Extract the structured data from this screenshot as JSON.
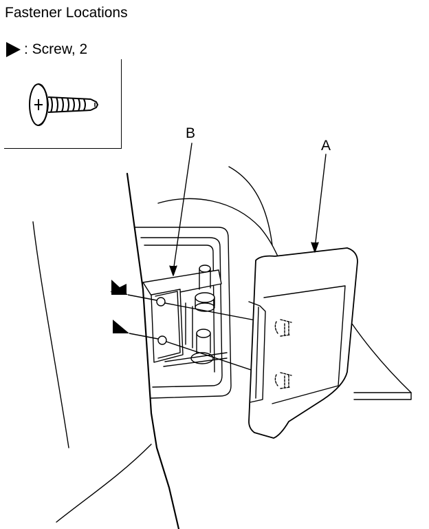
{
  "header": {
    "title": "Fastener Locations"
  },
  "legend": {
    "marker_icon": "black-triangle-marker",
    "text": ": Screw, 2"
  },
  "callouts": {
    "a_label": "A",
    "b_label": "B"
  },
  "icons": {
    "screw": "phillips-pan-head-screw-icon",
    "fastener_marker": "triangle-pointer-icon"
  },
  "colors": {
    "line": "#000000",
    "background": "#ffffff"
  }
}
